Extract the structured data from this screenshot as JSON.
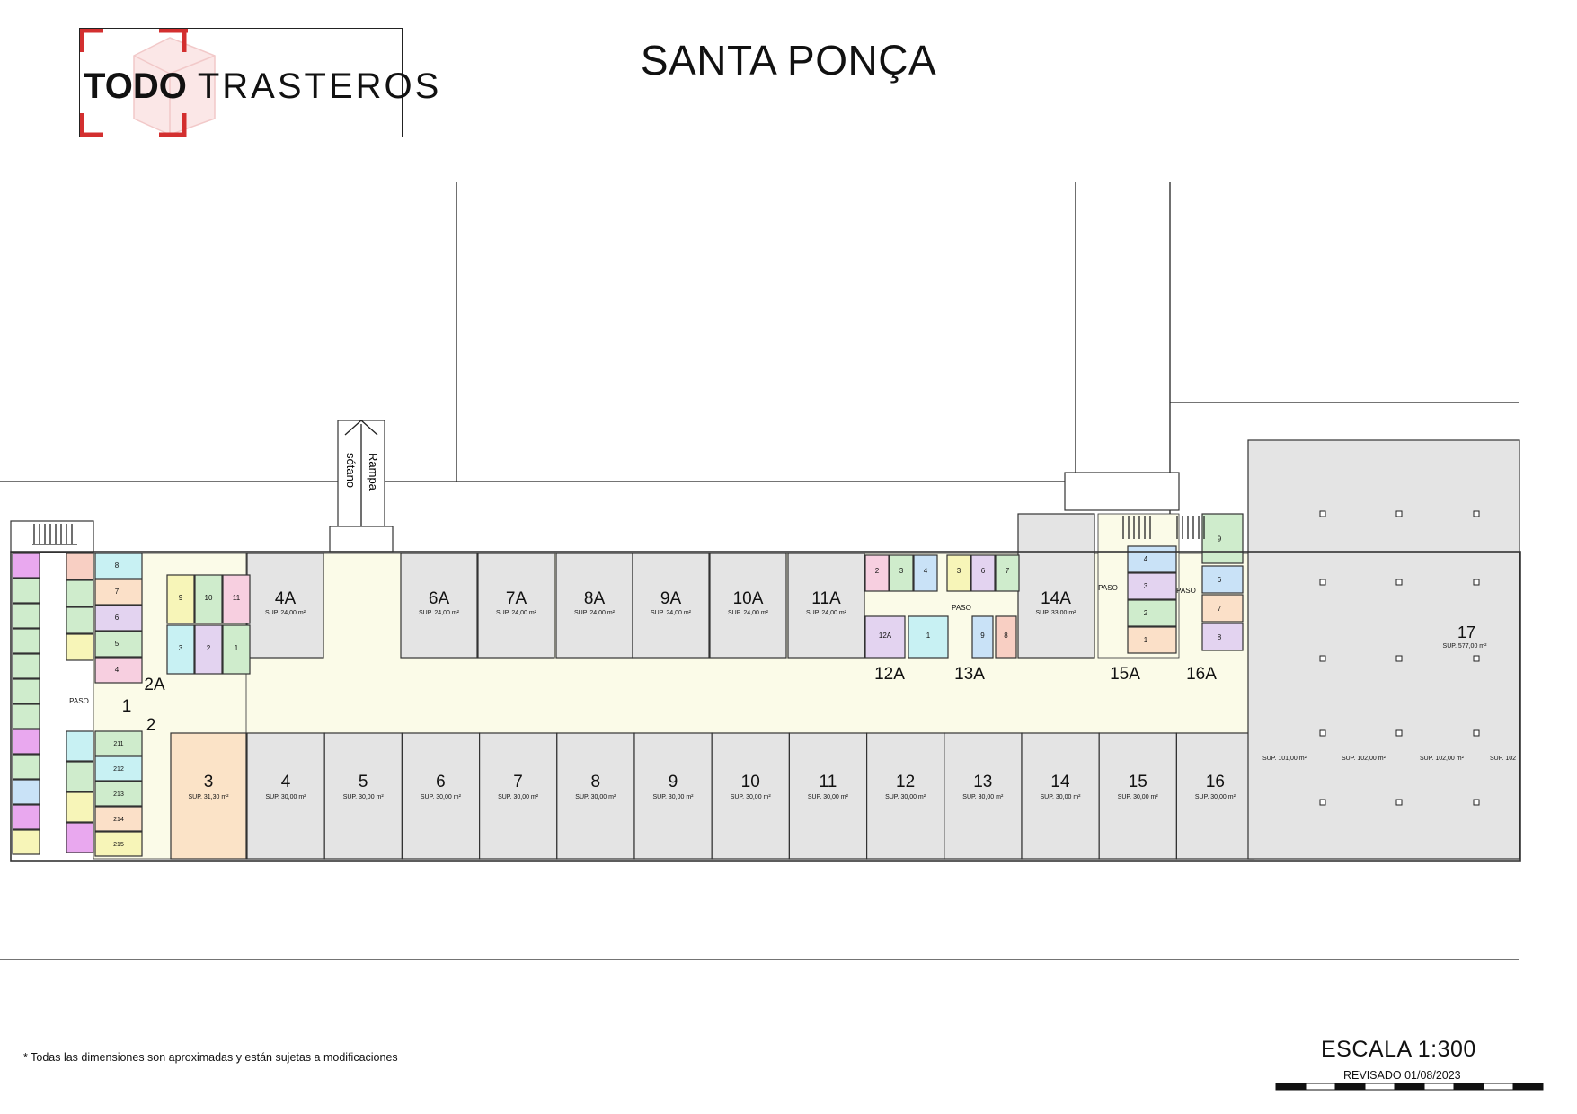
{
  "title": "SANTA PONÇA",
  "logo": {
    "word_bold": "TODO",
    "word_light": "TRASTEROS",
    "accent_color": "#d32f2f"
  },
  "ramp": {
    "line1": "Rampa",
    "line2": "sótano"
  },
  "passage_label": "PASO",
  "footnote": "* Todas las dimensiones son aproximadas y están sujetas a modificaciones",
  "scale_label": "ESCALA 1:300",
  "revised_label": "REVISADO 01/08/2023",
  "colors": {
    "unit_grey": "#e4e4e4",
    "corridor": "#fbfbe8",
    "unit3": "#fbe3c7",
    "locker_pink": "#f7cfe0",
    "locker_green": "#cfeccc",
    "locker_yellow": "#f7f5b8",
    "locker_blue": "#c9e2f7",
    "locker_orange": "#fbe0c8",
    "locker_lilac": "#e3d3f0",
    "locker_cyan": "#c8f1f3",
    "locker_magenta": "#e9a8ef",
    "locker_salmon": "#f8cfc3"
  },
  "units_top": [
    {
      "label": "4A",
      "area": "SUP. 24,00 m²"
    },
    {
      "label": "6A",
      "area": "SUP. 24,00 m²"
    },
    {
      "label": "7A",
      "area": "SUP. 24,00 m²"
    },
    {
      "label": "8A",
      "area": "SUP. 24,00 m²"
    },
    {
      "label": "9A",
      "area": "SUP. 24,00 m²"
    },
    {
      "label": "10A",
      "area": "SUP. 24,00 m²"
    },
    {
      "label": "11A",
      "area": "SUP. 24,00 m²"
    },
    {
      "label": "14A",
      "area": "SUP. 33,00 m²"
    }
  ],
  "units_bottom": [
    {
      "label": "3",
      "area": "SUP. 31,30 m²"
    },
    {
      "label": "4",
      "area": "SUP. 30,00 m²"
    },
    {
      "label": "5",
      "area": "SUP. 30,00 m²"
    },
    {
      "label": "6",
      "area": "SUP. 30,00 m²"
    },
    {
      "label": "7",
      "area": "SUP. 30,00 m²"
    },
    {
      "label": "8",
      "area": "SUP. 30,00 m²"
    },
    {
      "label": "9",
      "area": "SUP. 30,00 m²"
    },
    {
      "label": "10",
      "area": "SUP. 30,00 m²"
    },
    {
      "label": "11",
      "area": "SUP. 30,00 m²"
    },
    {
      "label": "12",
      "area": "SUP. 30,00 m²"
    },
    {
      "label": "13",
      "area": "SUP. 30,00 m²"
    },
    {
      "label": "14",
      "area": "SUP. 30,00 m²"
    },
    {
      "label": "15",
      "area": "SUP. 30,00 m²"
    },
    {
      "label": "16",
      "area": "SUP. 30,00 m²"
    }
  ],
  "zone_labels": [
    "2A",
    "1",
    "2",
    "12A",
    "13A",
    "15A",
    "16A"
  ],
  "unit17": {
    "label": "17",
    "area": "SUP. 577,00 m²",
    "sub_areas": [
      "SUP. 101,00 m²",
      "SUP. 102,00 m²",
      "SUP. 102,00 m²",
      "SUP. 102"
    ]
  },
  "lockers": {
    "g12_13_top": [
      "2",
      "3",
      "4",
      "3",
      "6",
      "7"
    ],
    "g12_13_bottom": [
      "12A",
      "1",
      "9",
      "8"
    ],
    "g15": [
      "4",
      "3",
      "2",
      "1"
    ],
    "g16": [
      "9",
      "6",
      "7",
      "8"
    ],
    "g2a_top": [
      "9",
      "10",
      "11"
    ],
    "g2a_bottom": [
      "3",
      "2",
      "1"
    ],
    "g_left_top": [
      "8",
      "7",
      "6",
      "5",
      "4"
    ],
    "g_left_bottom": [
      "211",
      "212",
      "213",
      "214",
      "215"
    ]
  }
}
